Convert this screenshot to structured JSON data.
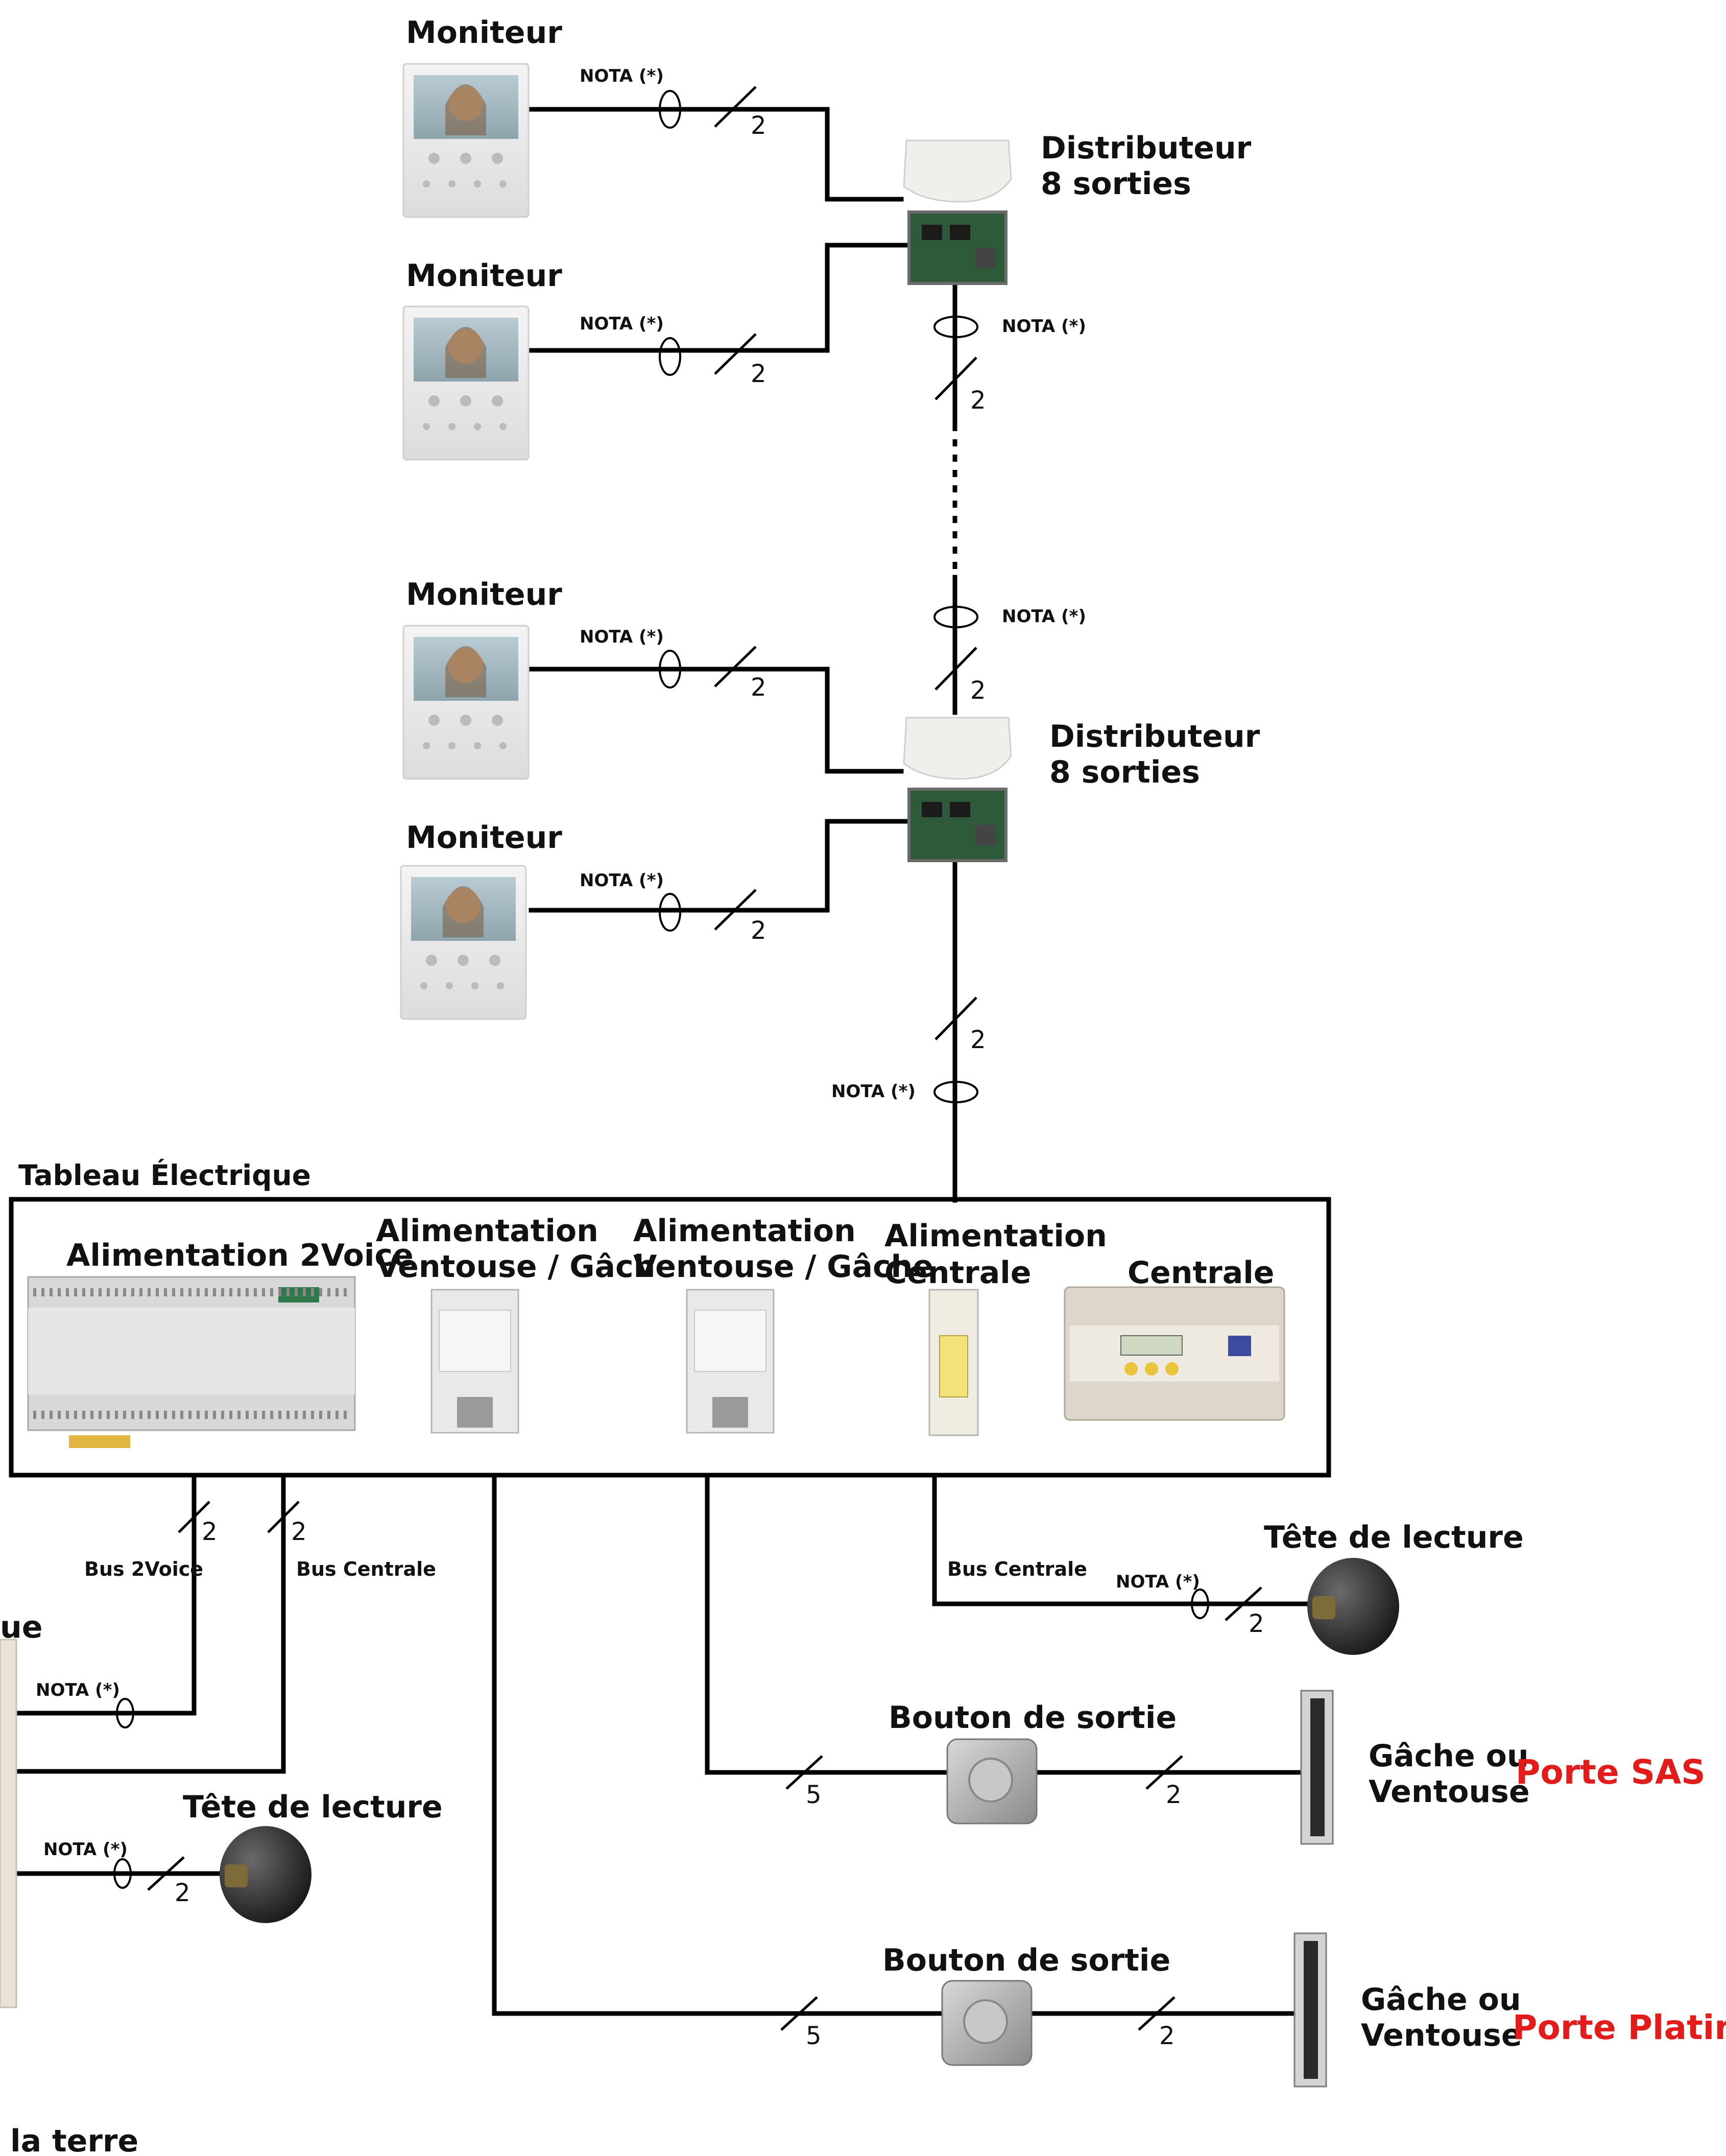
{
  "diagram_title": "Tableau Électrique",
  "colors": {
    "door_label": "#e21b1b",
    "wire": "#000000"
  },
  "monitors": [
    {
      "label": "Moniteur",
      "nota": "NOTA (*)",
      "wires": "2"
    },
    {
      "label": "Moniteur",
      "nota": "NOTA (*)",
      "wires": "2"
    },
    {
      "label": "Moniteur",
      "nota": "NOTA (*)",
      "wires": "2"
    },
    {
      "label": "Moniteur",
      "nota": "NOTA (*)",
      "wires": "2"
    }
  ],
  "distributors": [
    {
      "line1": "Distributeur",
      "line2": "8 sorties"
    },
    {
      "line1": "Distributeur",
      "line2": "8 sorties"
    }
  ],
  "riser": {
    "nota_top": "NOTA (*)",
    "wires_top": "2",
    "nota_mid": "NOTA (*)",
    "wires_mid": "2",
    "nota_bottom": "NOTA (*)",
    "wires_bottom": "2"
  },
  "panel": {
    "modules": [
      {
        "line1": "Alimentation 2Voice",
        "line2": ""
      },
      {
        "line1": "Alimentation",
        "line2": "Ventouse / Gâche"
      },
      {
        "line1": "Alimentation",
        "line2": "Ventouse / Gâche"
      },
      {
        "line1": "Alimentation",
        "line2": "Centrale"
      },
      {
        "line1": "Centrale",
        "line2": ""
      }
    ]
  },
  "bus_2voice": {
    "label": "Bus 2Voice",
    "wires": "2",
    "nota": "NOTA (*)"
  },
  "bus_centrale_left": {
    "label": "Bus Centrale",
    "wires": "2"
  },
  "left_edge_label": "ue",
  "left_reader": {
    "label": "Tête de lecture",
    "nota": "NOTA (*)",
    "wires": "2"
  },
  "bottom_left_label": "la terre",
  "right_reader": {
    "bus_label": "Bus Centrale",
    "label": "Tête de lecture",
    "nota": "NOTA (*)",
    "wires": "2"
  },
  "doors": [
    {
      "button_label": "Bouton de sortie",
      "button_wires": "5",
      "lock_wires": "2",
      "lock_line1": "Gâche ou",
      "lock_line2": "Ventouse",
      "door_label": "Porte SAS"
    },
    {
      "button_label": "Bouton de sortie",
      "button_wires": "5",
      "lock_wires": "2",
      "lock_line1": "Gâche ou",
      "lock_line2": "Ventouse",
      "door_label": "Porte Platine"
    }
  ]
}
